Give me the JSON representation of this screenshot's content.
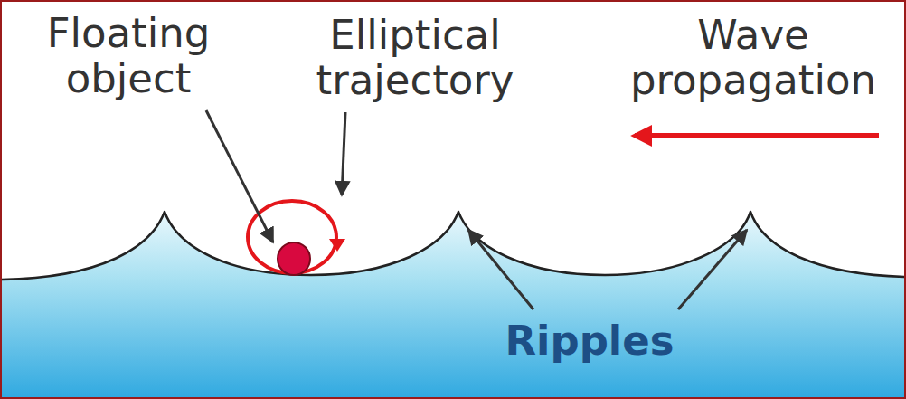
{
  "diagram": {
    "labels": [
      "Floating object",
      "Elliptical trajectory",
      "Wave propagation",
      "Ripples"
    ]
  }
}
